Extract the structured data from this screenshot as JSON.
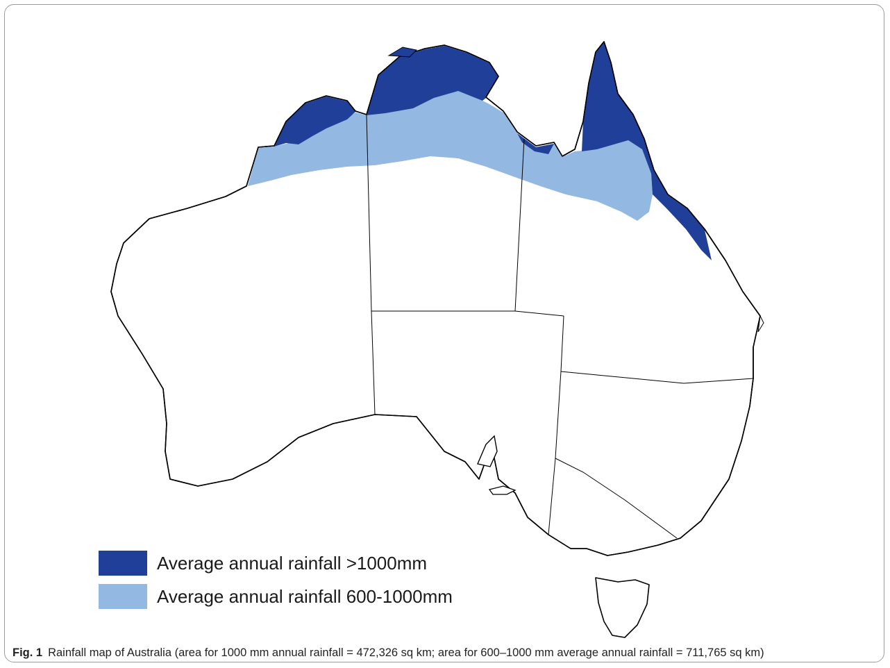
{
  "legend": {
    "items": [
      {
        "label": "Average annual rainfall >1000mm",
        "color": "#1f3f99"
      },
      {
        "label": "Average annual rainfall 600-1000mm",
        "color": "#93b8e1"
      }
    ]
  },
  "caption": {
    "fig_label": "Fig. 1",
    "text": "Rainfall map of Australia (area for 1000 mm annual rainfall = 472,326 sq km; area for 600–1000 mm average annual rainfall = 711,765 sq km)"
  },
  "colors": {
    "high_rainfall": "#1f3f99",
    "medium_rainfall": "#93b8e1",
    "outline": "#000000",
    "frame": "#9a9a9a"
  }
}
